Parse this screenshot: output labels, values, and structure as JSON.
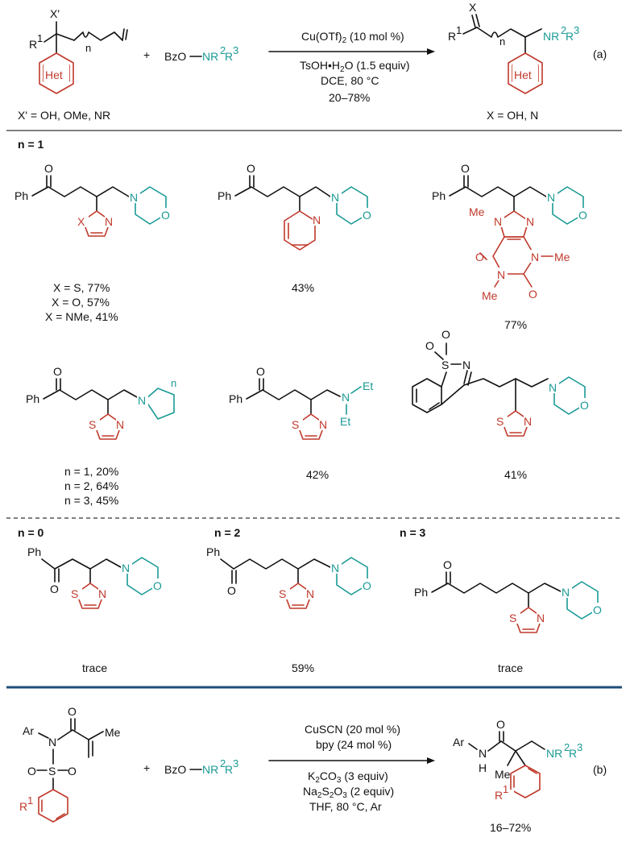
{
  "scheme_a": {
    "sm_xprime": "X'",
    "sm_r1": "R",
    "sm_r1_sup": "1",
    "sm_n": "n",
    "sm_het": "Het",
    "plus": "+",
    "reagent_prefix": "BzO",
    "reagent_nr": "NR",
    "reagent_sup2": "2",
    "reagent_r3": "R",
    "reagent_sup3": "3",
    "cond1": "Cu(OTf)",
    "cond1_sub": "2",
    "cond1_rest": " (10 mol %)",
    "cond2": "TsOH•H",
    "cond2_sub": "2",
    "cond2_rest": "O (1.5 equiv)",
    "cond3": "DCE, 80 °C",
    "cond4": "20–78%",
    "prod_x": "X",
    "prod_r1": "R",
    "prod_r1_sup": "1",
    "prod_n": "n",
    "prod_nr": "NR",
    "prod_sup2": "2",
    "prod_r3": "R",
    "prod_sup3": "3",
    "prod_het": "Het",
    "label": "(a)",
    "xprime_note": "X' = OH, OMe, NR",
    "x_note": "X = OH, N"
  },
  "section_n1": {
    "header": "n = 1",
    "ph": "Ph",
    "c1_x": "X",
    "c1_n": "N",
    "c1_yields": [
      "X = S, 77%",
      "X = O, 57%",
      "X = NMe, 41%"
    ],
    "c2_n": "N",
    "c2_yield": "43%",
    "c3_labels": [
      "Me",
      "N",
      "N",
      "N",
      "Me",
      "N",
      "O",
      "O",
      "Me",
      "N"
    ],
    "c3_yield": "77%",
    "c4_s": "S",
    "c4_n": "N",
    "c4_nring": "N",
    "c4_sub": "n",
    "c4_yields": [
      "n = 1, 20%",
      "n = 2, 64%",
      "n = 3, 45%"
    ],
    "c5_et1": "Et",
    "c5_et2": "Et",
    "c5_yield": "42%",
    "c6_o1": "O",
    "c6_s": "S",
    "c6_n": "N",
    "c6_o2": "O",
    "c6_yield": "41%",
    "morph_n": "N",
    "morph_o": "O"
  },
  "section_other": {
    "h0": "n = 0",
    "h2": "n = 2",
    "h3": "n = 3",
    "y0": "trace",
    "y2": "59%",
    "y3": "trace"
  },
  "scheme_b": {
    "ar": "Ar",
    "n": "N",
    "o": "O",
    "me": "Me",
    "s": "S",
    "r1": "R",
    "r1_sup": "1",
    "plus": "+",
    "reagent_prefix": "BzO",
    "reagent_nr": "NR",
    "reagent_sup2": "2",
    "reagent_r3": "R",
    "reagent_sup3": "3",
    "cond1": "CuSCN (20 mol %)",
    "cond2": "bpy (24 mol %)",
    "cond3a": "K",
    "cond3b": "2",
    "cond3c": "CO",
    "cond3d": "3",
    "cond3e": " (3 equiv)",
    "cond4a": "Na",
    "cond4b": "2",
    "cond4c": "S",
    "cond4d": "2",
    "cond4e": "O",
    "cond4f": "3",
    "cond4g": " (2 equiv)",
    "cond5": "THF, 80 °C, Ar",
    "prod_ar": "Ar",
    "prod_n": "N",
    "prod_h": "H",
    "prod_o": "O",
    "prod_me": "Me",
    "prod_nr": "NR",
    "prod_sup2": "2",
    "prod_r3": "R",
    "prod_sup3": "3",
    "prod_r1": "R",
    "prod_r1_sup": "1",
    "yield": "16–72%",
    "label": "(b)"
  },
  "colors": {
    "het": "#c0392b",
    "amine": "#1a9a96",
    "divider": "#1f4e79"
  }
}
